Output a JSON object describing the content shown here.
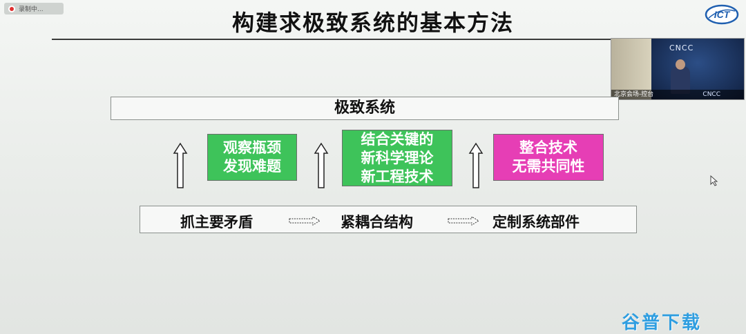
{
  "recording": {
    "label": "录制中..."
  },
  "slide": {
    "title": "构建求极致系统的基本方法",
    "top_box": "极致系统",
    "middle": {
      "box1": [
        "观察瓶颈",
        "发现难题"
      ],
      "box2": [
        "结合关键的",
        "新科学理论",
        "新工程技术"
      ],
      "box3": [
        "整合技术",
        "无需共同性"
      ]
    },
    "bottom": {
      "item1": "抓主要矛盾",
      "item2": "紧耦合结构",
      "item3": "定制系统部件"
    }
  },
  "logo": {
    "text": "ICT"
  },
  "video": {
    "banner": "CNCC",
    "caption": "北京会场-控台",
    "watermark": "CNCC"
  },
  "watermark": {
    "text": "谷普下载"
  },
  "colors": {
    "green": "#3ec35a",
    "pink": "#e63eb5",
    "watermark": "#2f9ee0"
  },
  "icons": [
    "record-icon",
    "up-arrow-icon",
    "dashed-right-arrow-icon",
    "cursor-icon",
    "ict-logo"
  ]
}
